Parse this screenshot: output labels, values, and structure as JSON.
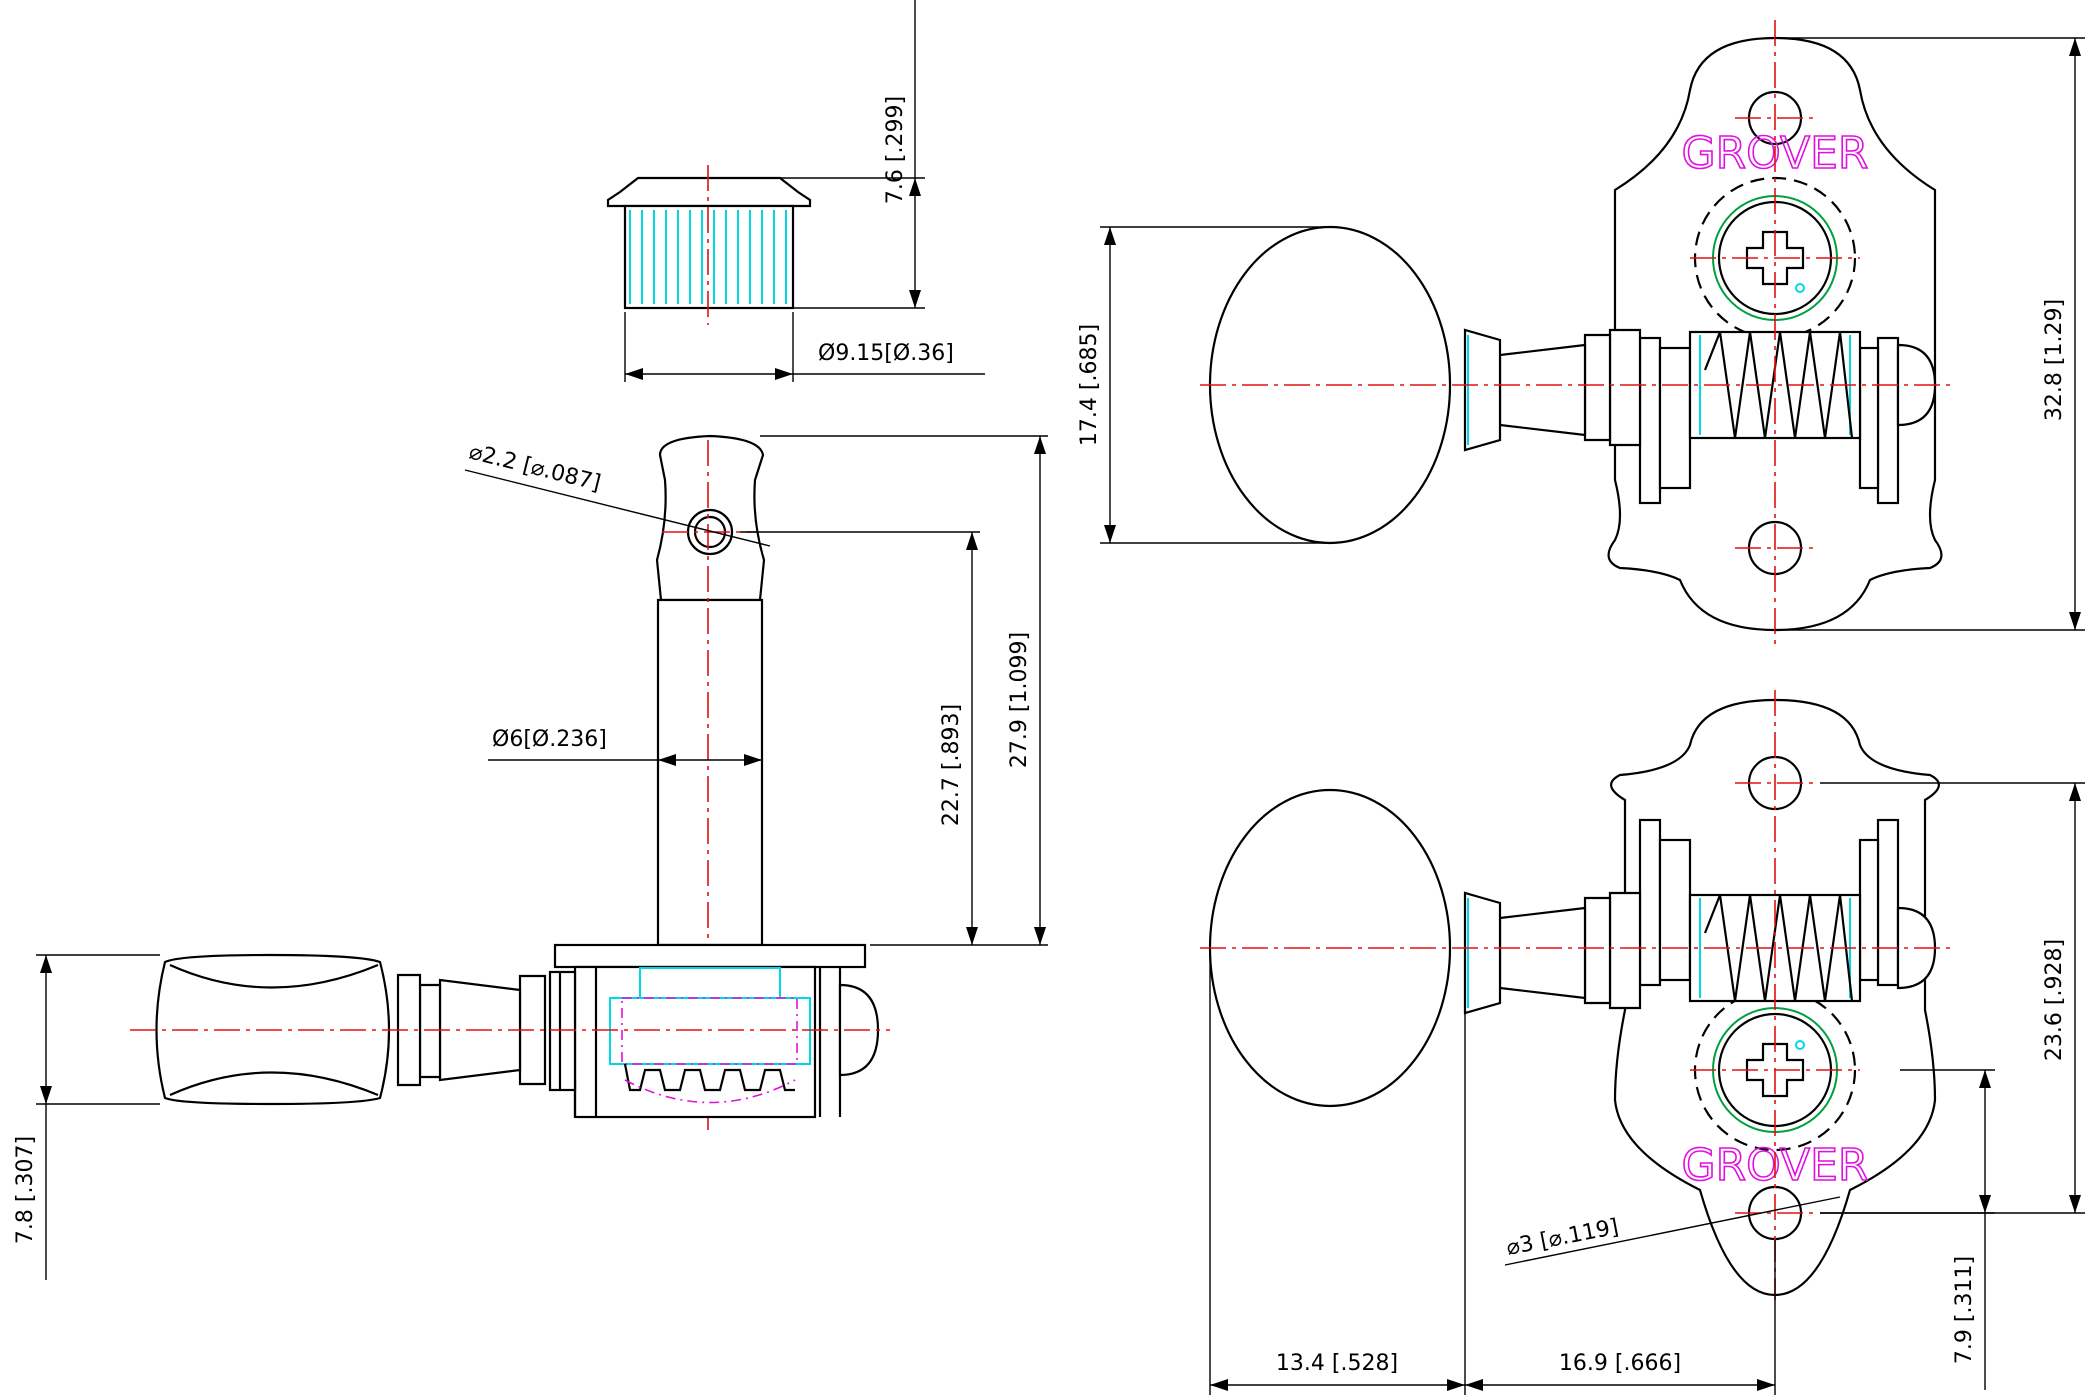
{
  "dimensions": {
    "cap_height": "7.6 [.299]",
    "cap_diameter": "Ø9.15[Ø.36]",
    "hole_diameter_post": "⌀2.2 [⌀.087]",
    "post_diameter": "Ø6[Ø.236]",
    "post_hole_height": "22.7 [.893]",
    "post_total_height": "27.9 [1.099]",
    "button_thickness": "7.8 [.307]",
    "button_height": "17.4 [.685]",
    "plate_length": "32.8 [1.29]",
    "hole_spacing": "23.6 [.928]",
    "screw_hole_diameter": "⌀3 [⌀.119]",
    "hole_offset": "7.9 [.311]",
    "button_width": "13.4 [.528]",
    "shaft_length": "16.9 [.666]"
  },
  "logo": {
    "text": "GROVER"
  },
  "colors": {
    "outline": "#000000",
    "centerline": "#e01010",
    "hidden": "#00d8e8",
    "logo": "#e010e0",
    "gear_ring": "#00a040"
  }
}
